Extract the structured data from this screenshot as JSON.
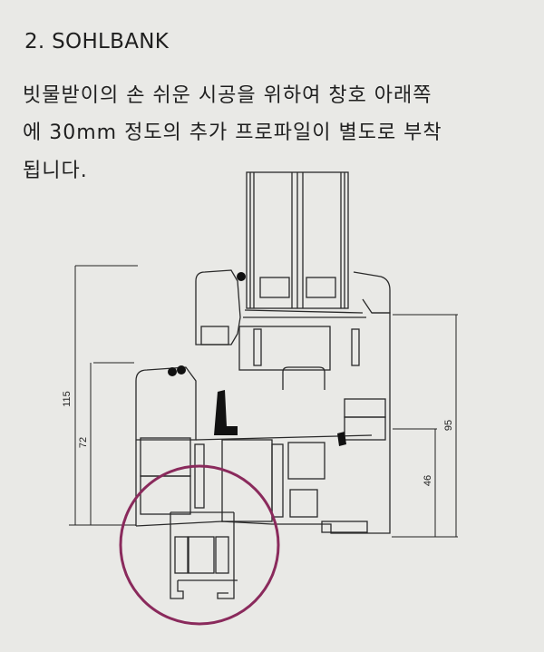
{
  "heading": "2. SOHLBANK",
  "description": {
    "line1": "빗물받이의 손 쉬운 시공을 위하여 창호 아래쪽",
    "line2": "에  30mm 정도의 추가 프로파일이 별도로 부착",
    "line3": "됩니다."
  },
  "diagram": {
    "dimensions": {
      "d115": "115",
      "d72": "72",
      "d95": "95",
      "d46": "46"
    },
    "highlight_color": "#8a2a5c"
  }
}
